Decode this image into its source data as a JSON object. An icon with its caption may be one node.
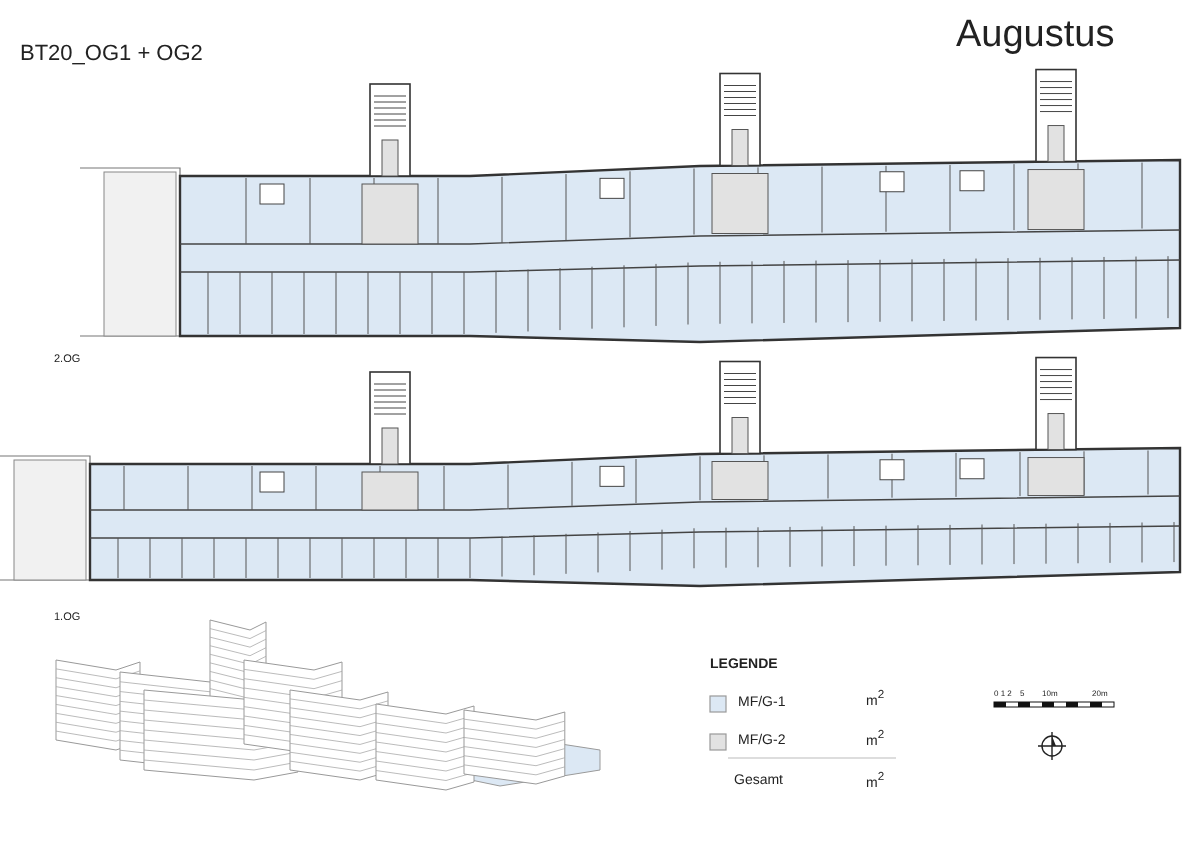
{
  "diagram": {
    "title": "BT20_OG1 + OG2",
    "labels": [
      "Augustus",
      "2.OG",
      "1.OG",
      "LEGENDE",
      "m$^{2}$",
      "m$^{2}$",
      "Gesamt",
      "m$^{2}$",
      "0 1 2",
      "5",
      "10m",
      "20m"
    ],
    "legend": [
      {
        "text": "MF/G-1",
        "color": "#dce8f4"
      },
      {
        "text": "MF/G-2",
        "color": "#e2e2e2"
      }
    ]
  }
}
